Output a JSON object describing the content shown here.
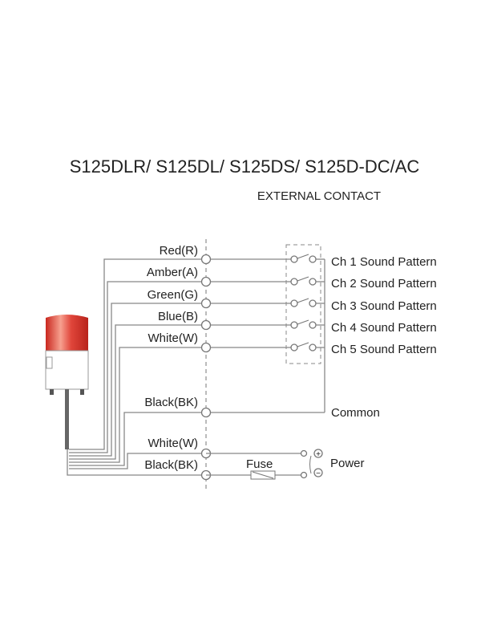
{
  "title": "S125DLR/ S125DL/ S125DS/ S125D-DC/AC",
  "subtitle": "EXTERNAL CONTACT",
  "wires": [
    {
      "label": "Red(R)",
      "target": "Ch 1 Sound Pattern"
    },
    {
      "label": "Amber(A)",
      "target": "Ch 2 Sound Pattern"
    },
    {
      "label": "Green(G)",
      "target": "Ch 3 Sound Pattern"
    },
    {
      "label": "Blue(B)",
      "target": "Ch 4 Sound Pattern"
    },
    {
      "label": "White(W)",
      "target": "Ch 5 Sound Pattern"
    }
  ],
  "common": {
    "label": "Black(BK)",
    "target": "Common"
  },
  "power": {
    "wires": [
      "White(W)",
      "Black(BK)"
    ],
    "fuse_label": "Fuse",
    "label": "Power",
    "plus": "+",
    "minus": "−"
  },
  "colors": {
    "lamp": "#e0453a",
    "wire": "#888888"
  }
}
